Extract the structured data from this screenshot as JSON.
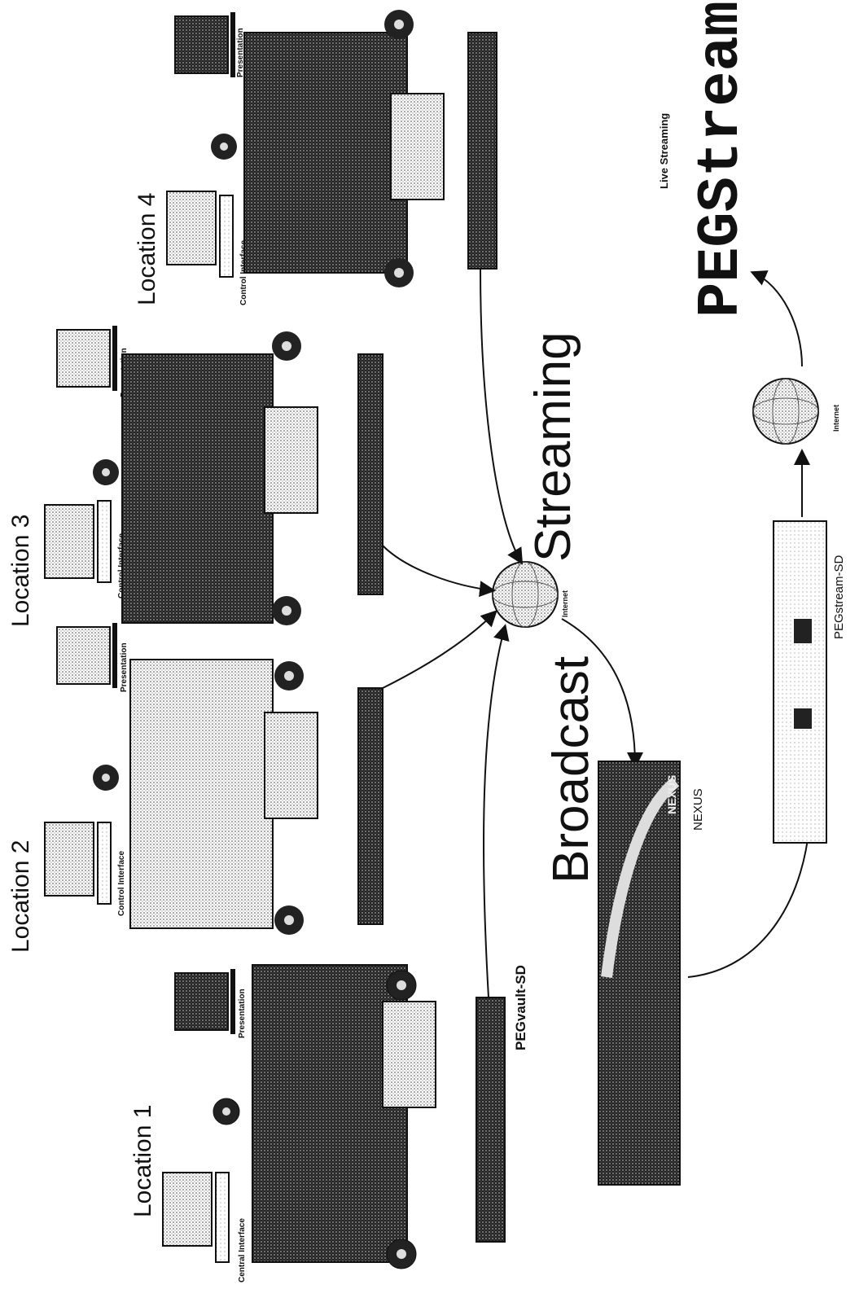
{
  "locations": [
    {
      "title": "Location 1",
      "control_label": "Central Interface",
      "presentation_label": "Presentation",
      "device_label": "PEGvault-SD"
    },
    {
      "title": "Location 2",
      "control_label": "Control Interface",
      "presentation_label": "Presentation"
    },
    {
      "title": "Location 3",
      "control_label": "Control Interface",
      "presentation_label": "Presentation"
    },
    {
      "title": "Location 4",
      "control_label": "Control Interface",
      "presentation_label": "Presentation"
    }
  ],
  "flows": {
    "broadcast": "Broadcast",
    "streaming": "Streaming"
  },
  "internet_center": "Internet",
  "internet_right": "Internet",
  "nexus": {
    "label": "NEXUS",
    "faceplate": "NEXUS"
  },
  "pegstream_sd": "PEGstream-SD",
  "logo": {
    "tagline": "Live Streaming",
    "wordmark": "PEGStream"
  },
  "icons": [
    "globe-icon",
    "camera-icon",
    "monitor-icon",
    "keyboard-icon",
    "rack-device-icon"
  ]
}
